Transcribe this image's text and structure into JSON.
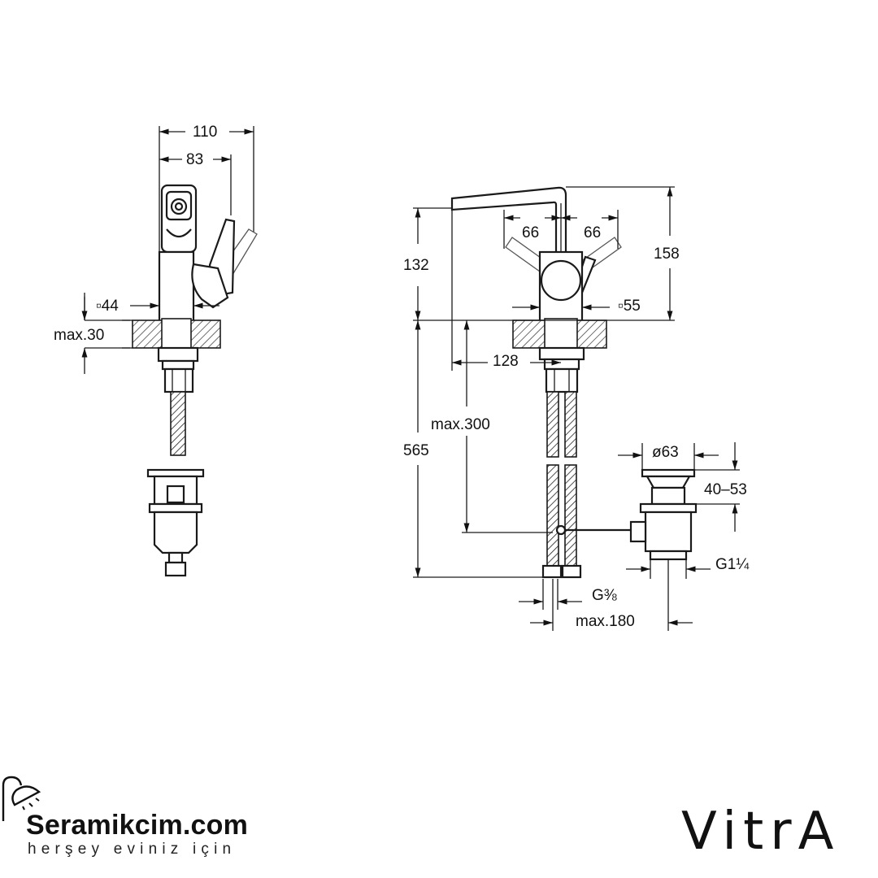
{
  "dimensions": {
    "side_width_total": "110",
    "side_width_body": "83",
    "side_body_square": "▫44",
    "side_deck_max": "max.30",
    "front_lever_left": "66",
    "front_lever_right": "66",
    "front_height_body": "132",
    "front_height_total": "158",
    "front_body_square": "▫55",
    "front_spout_reach": "128",
    "front_hose_max": "max.300",
    "front_total_height": "565",
    "waste_diameter": "ø63",
    "waste_height_range": "40–53",
    "waste_thread": "G1¼",
    "supply_thread": "G⅜",
    "waste_offset_max": "max.180"
  },
  "branding": {
    "site_name": "Seramikcim.com",
    "site_tagline": "herşey eviniz için",
    "manufacturer_logo": "VitrA"
  },
  "icons": {
    "site_logo": "shower-head-icon"
  }
}
